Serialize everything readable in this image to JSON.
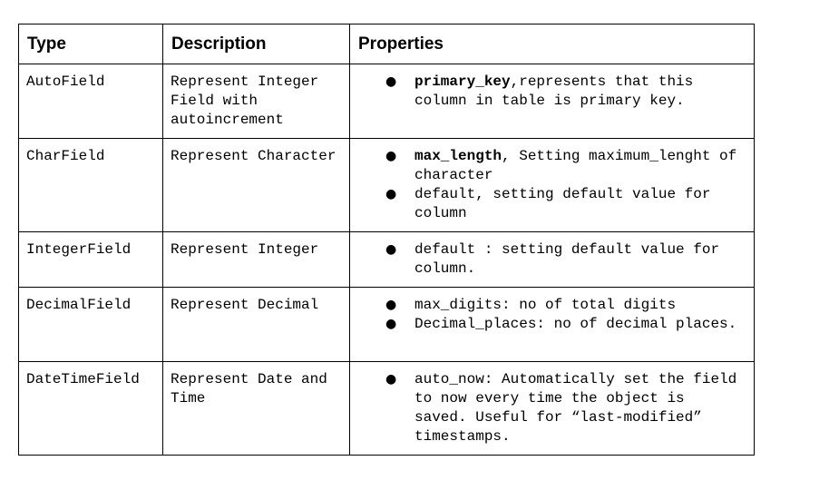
{
  "table": {
    "headers": {
      "type": "Type",
      "description": "Description",
      "properties": "Properties"
    },
    "rows": [
      {
        "type": "AutoField",
        "description": "Represent Integer Field with autoincrement",
        "properties": [
          {
            "key": "primary_key",
            "text": ",represents that this column in table is primary key."
          }
        ]
      },
      {
        "type": "CharField",
        "description": "Represent Character",
        "properties": [
          {
            "key": "max_length",
            "text": ", Setting maximum_lenght of character"
          },
          {
            "key": "",
            "text": "default, setting default value for column"
          }
        ]
      },
      {
        "type": "IntegerField",
        "description": "Represent Integer",
        "properties": [
          {
            "key": "",
            "text": "default : setting default value for column."
          }
        ]
      },
      {
        "type": "DecimalField",
        "description": "Represent Decimal",
        "properties": [
          {
            "key": "",
            "text": "max_digits: no of total digits"
          },
          {
            "key": "",
            "text": "Decimal_places: no of decimal places."
          }
        ]
      },
      {
        "type": "DateTimeField",
        "description": "Represent Date and Time",
        "properties": [
          {
            "key": "",
            "text": "auto_now: Automatically set the field to now every time the object is saved. Useful for “last-modified” timestamps."
          }
        ]
      }
    ],
    "bullet_glyph": "●"
  }
}
